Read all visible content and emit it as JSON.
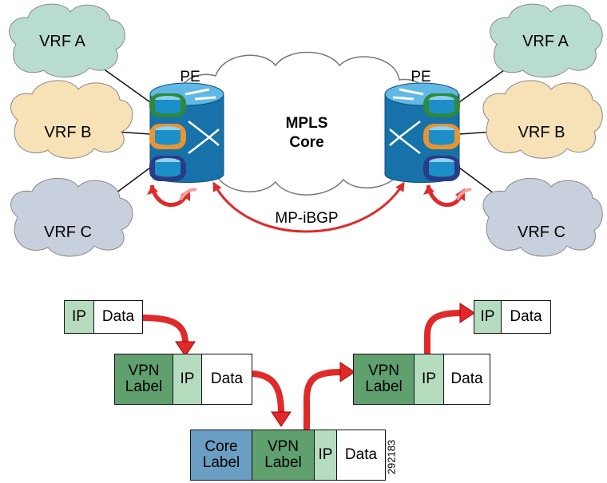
{
  "clouds": {
    "left": [
      "VRF A",
      "VRF B",
      "VRF C"
    ],
    "right": [
      "VRF A",
      "VRF B",
      "VRF C"
    ]
  },
  "pe_left": "PE",
  "pe_right": "PE",
  "core_title_1": "MPLS",
  "core_title_2": "Core",
  "session_label": "MP-iBGP",
  "packets": {
    "ingress": {
      "ip": "IP",
      "data": "Data"
    },
    "imposed": {
      "vpn_1": "VPN",
      "vpn_2": "Label",
      "ip": "IP",
      "data": "Data"
    },
    "core": {
      "core_1": "Core",
      "core_2": "Label",
      "vpn_1": "VPN",
      "vpn_2": "Label",
      "ip": "IP",
      "data": "Data"
    },
    "disposed": {
      "vpn_1": "VPN",
      "vpn_2": "Label",
      "ip": "IP",
      "data": "Data"
    },
    "egress": {
      "ip": "IP",
      "data": "Data"
    }
  },
  "figure_id": "292183",
  "colors": {
    "vrf_a": "#b8ddd0",
    "vrf_b": "#f7e1b6",
    "vrf_c": "#c9d0dd",
    "ring_a": "#2e8a3c",
    "ring_b": "#e99430",
    "ring_c": "#2a3c86",
    "router": "#1d8fc8",
    "arrow": "#e02a2a",
    "ip_cell": "#b6dcc0",
    "vpn_cell": "#5fa06e",
    "core_cell": "#6a9fc3"
  }
}
